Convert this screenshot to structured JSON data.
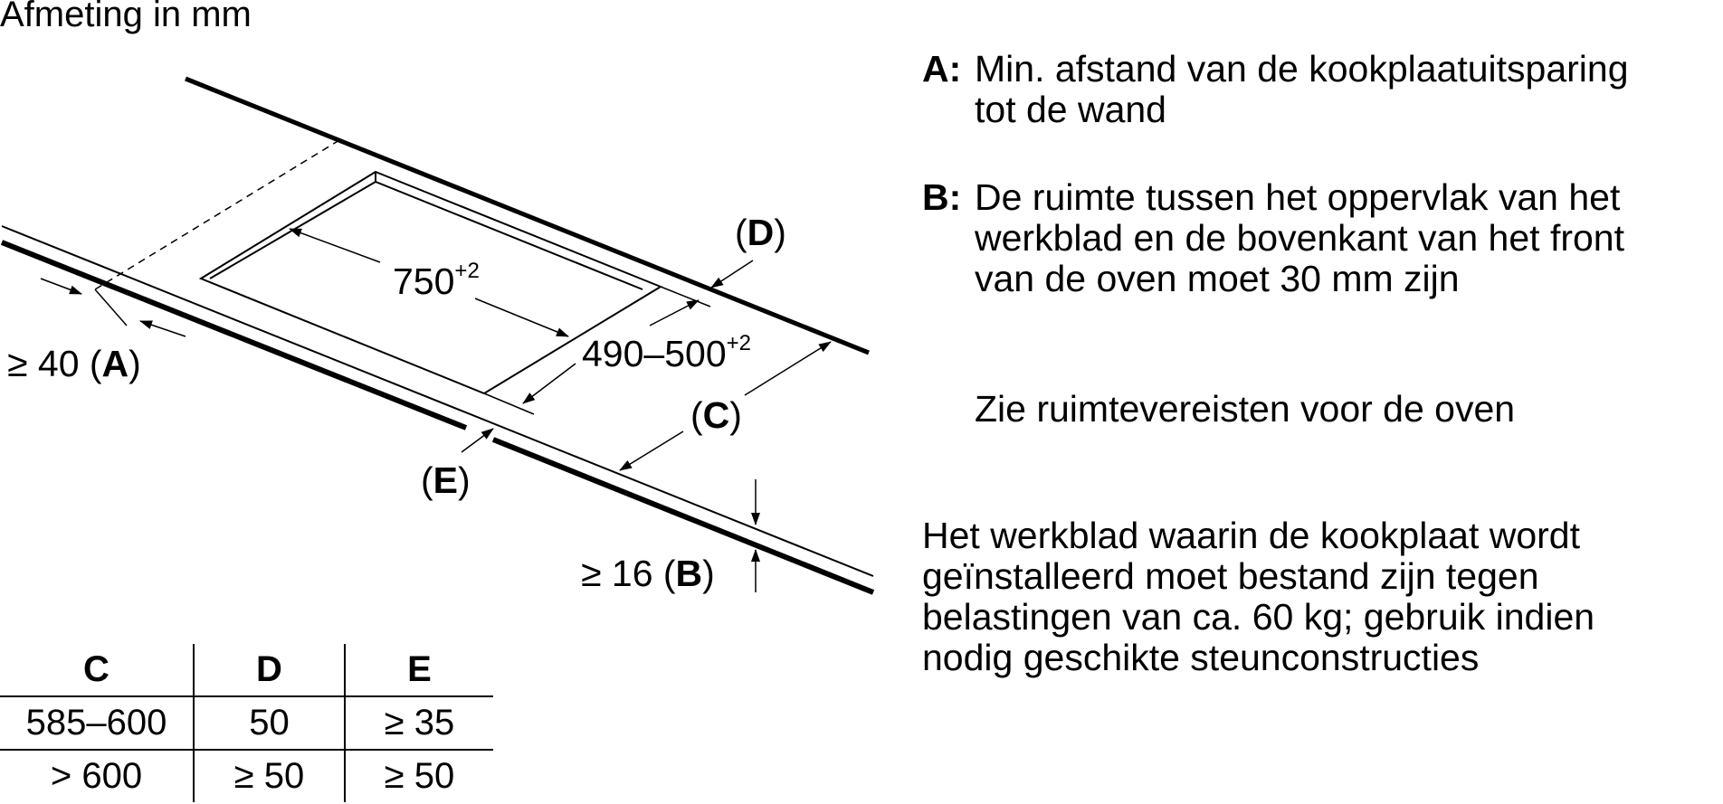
{
  "title": "Afmeting in mm",
  "diagram": {
    "label_width": "750",
    "label_width_tol": "+2",
    "label_depth": "490–500",
    "label_depth_tol": "+2",
    "label_a_prefix": "≥ 40 (",
    "label_a_key": "A",
    "label_a_suffix": ")",
    "label_b_prefix": "≥ 16 (",
    "label_b_key": "B",
    "label_b_suffix": ")",
    "label_c_open": "(",
    "label_c_key": "C",
    "label_c_close": ")",
    "label_d_open": "(",
    "label_d_key": "D",
    "label_d_close": ")",
    "label_e_open": "(",
    "label_e_key": "E",
    "label_e_close": ")"
  },
  "notes": {
    "a_key": "A:",
    "a_line1": "Min. afstand van de kookplaatuitsparing",
    "a_line2": "tot de wand",
    "b_key": "B:",
    "b_line1": "De ruimte tussen het oppervlak van het",
    "b_line2": "werkblad en de bovenkant van het front",
    "b_line3": "van de oven moet 30 mm zijn",
    "oven": "Zie ruimtevereisten voor de oven",
    "worktop_line1": "Het werkblad waarin de kookplaat wordt",
    "worktop_line2": "geïnstalleerd moet bestand zijn tegen",
    "worktop_line3": "belastingen van ca. 60 kg; gebruik indien",
    "worktop_line4": "nodig geschikte steunconstructies"
  },
  "table": {
    "headers": [
      "C",
      "D",
      "E"
    ],
    "rows": [
      [
        "585–600",
        "50",
        "≥ 35"
      ],
      [
        "> 600",
        "≥ 50",
        "≥ 50"
      ]
    ]
  }
}
